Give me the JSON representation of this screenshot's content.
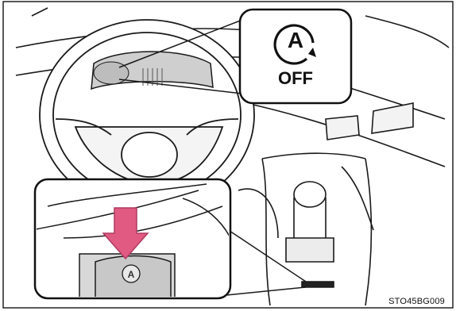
{
  "indicator": {
    "symbol": "A",
    "state_label": "OFF"
  },
  "figure_code": "STO45BG009",
  "colors": {
    "line": "#1a1a1a",
    "shade": "#cfcfcf",
    "light_shade": "#e4e4e4",
    "arrow": "#e05a82",
    "arrow_outline": "#b03a60"
  },
  "icons": {
    "auto_stop_off": "stop-start-a-arrow-icon",
    "press_arrow": "down-arrow-icon",
    "switch": "switch-button-icon"
  }
}
